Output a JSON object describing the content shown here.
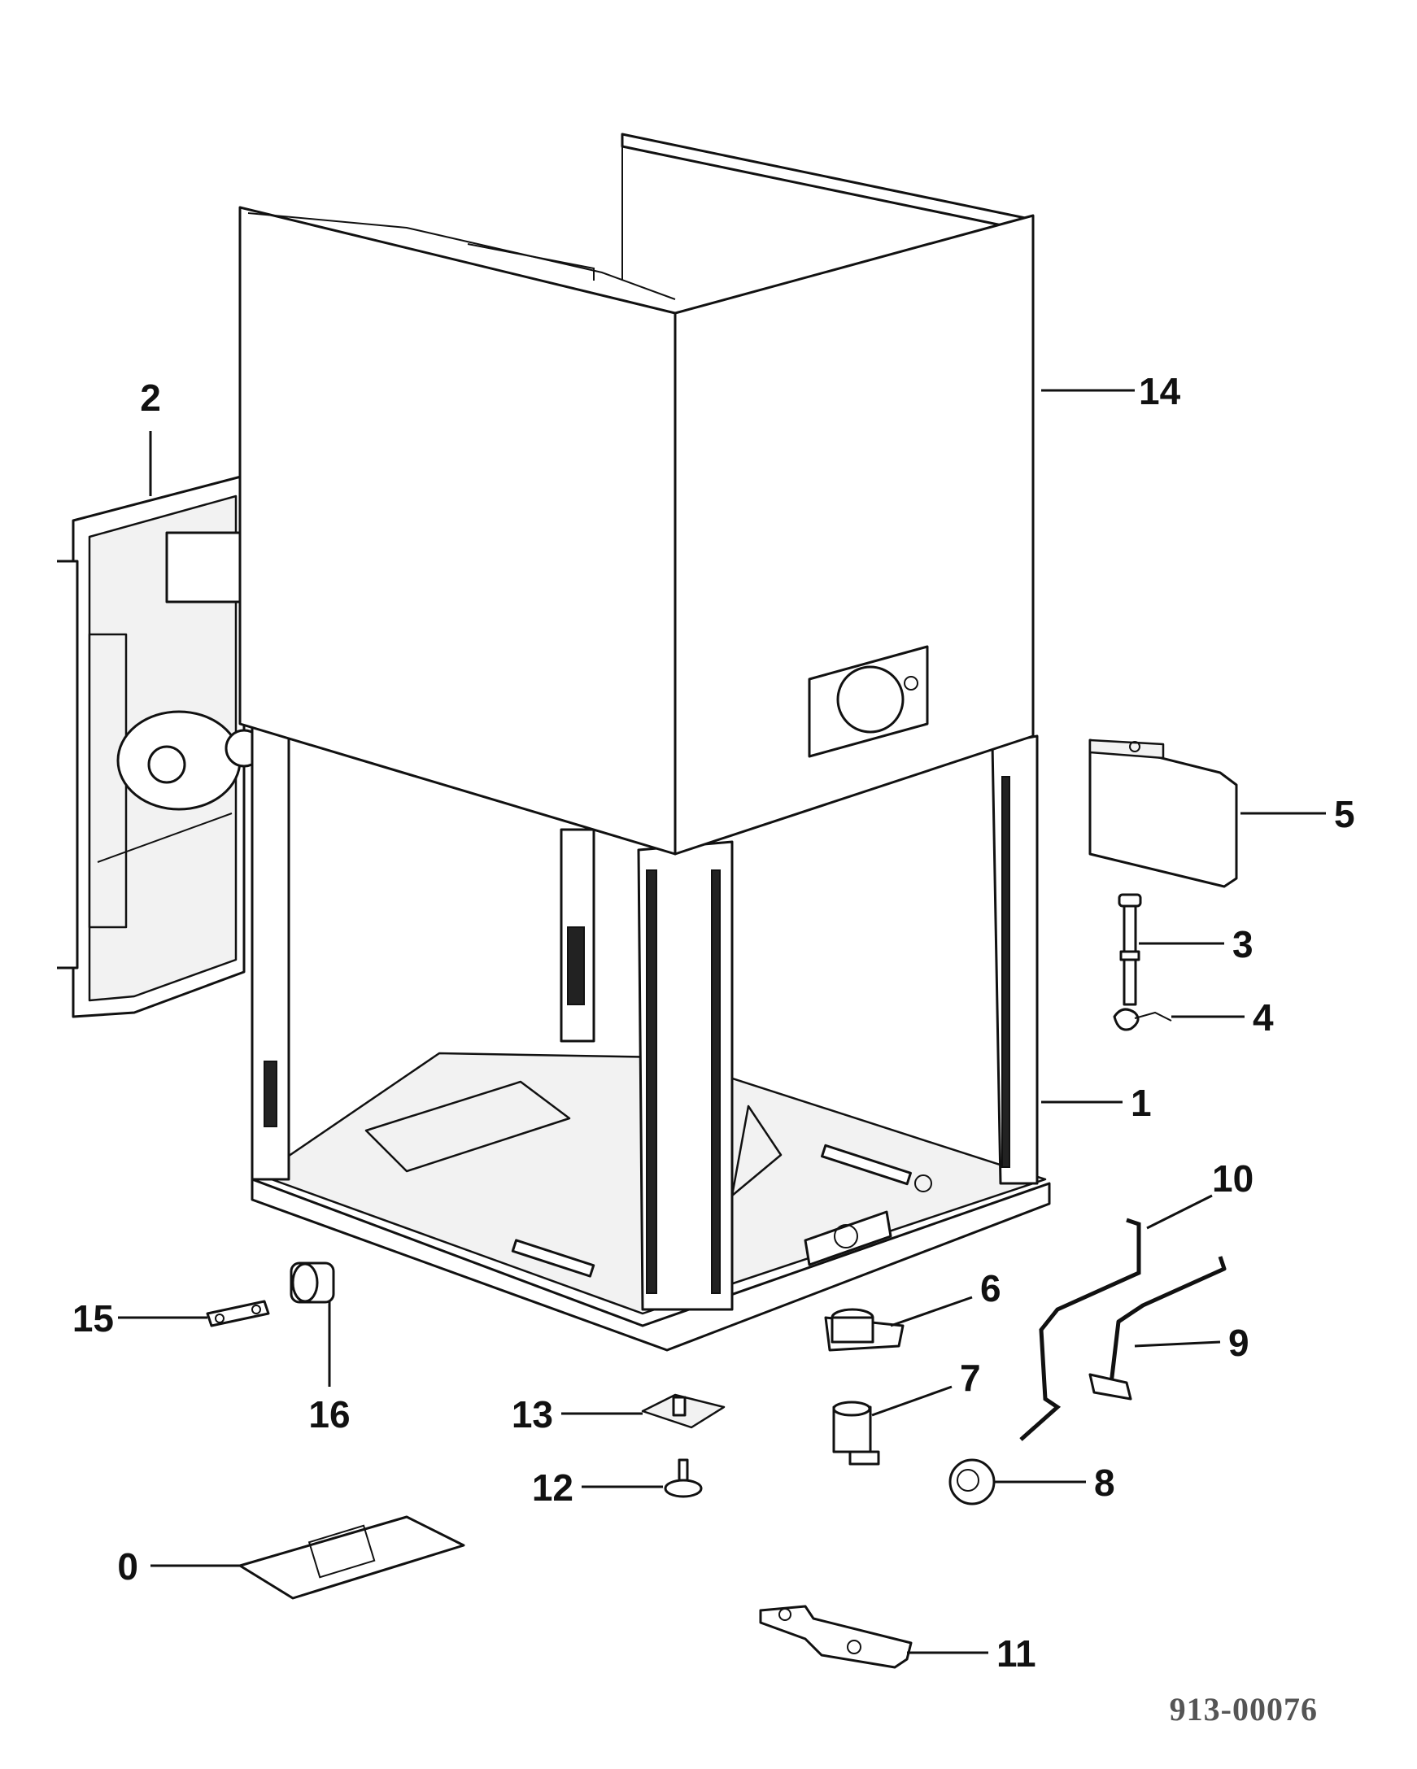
{
  "diagram": {
    "reference_code": "913-00076",
    "callouts": [
      {
        "id": "c0",
        "label": "0"
      },
      {
        "id": "c1",
        "label": "1"
      },
      {
        "id": "c2",
        "label": "2"
      },
      {
        "id": "c3",
        "label": "3"
      },
      {
        "id": "c4",
        "label": "4"
      },
      {
        "id": "c5",
        "label": "5"
      },
      {
        "id": "c6",
        "label": "6"
      },
      {
        "id": "c7",
        "label": "7"
      },
      {
        "id": "c8",
        "label": "8"
      },
      {
        "id": "c9",
        "label": "9"
      },
      {
        "id": "c10",
        "label": "10"
      },
      {
        "id": "c11",
        "label": "11"
      },
      {
        "id": "c12",
        "label": "12"
      },
      {
        "id": "c13",
        "label": "13"
      },
      {
        "id": "c14",
        "label": "14"
      },
      {
        "id": "c15",
        "label": "15"
      },
      {
        "id": "c16",
        "label": "16"
      }
    ]
  }
}
